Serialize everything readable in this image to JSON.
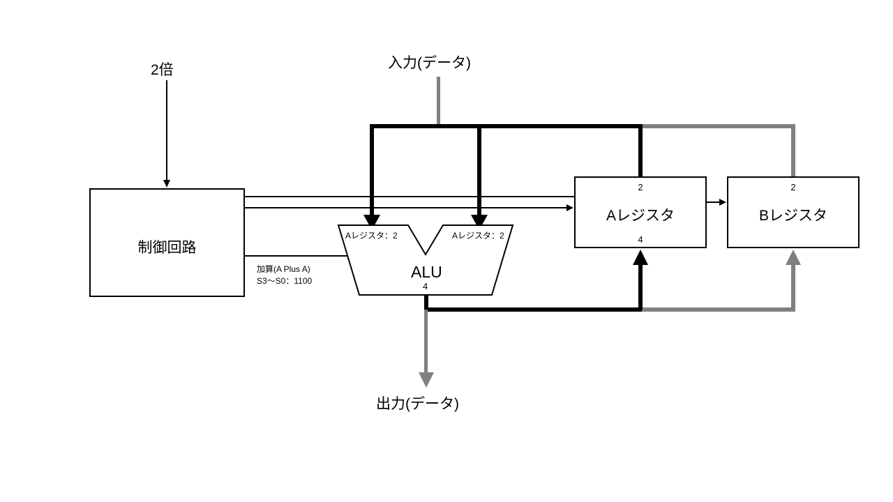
{
  "diagram": {
    "title": "2倍",
    "io": {
      "input_label": "入力(データ)",
      "output_label": "出力(データ)"
    },
    "blocks": {
      "control": {
        "name": "制御回路"
      },
      "alu": {
        "name": "ALU",
        "input_left": "Aレジスタ：2",
        "input_right": "Aレジスタ：2",
        "output_width": "4"
      },
      "reg_a": {
        "name": "Aレジスタ",
        "top_width": "2",
        "bottom_width": "4"
      },
      "reg_b": {
        "name": "Bレジスタ",
        "top_width": "2"
      }
    },
    "control_signal": {
      "line1": "加算(A Plus A)",
      "line2": "S3〜S0：1100"
    },
    "colors": {
      "active_bus": "#000000",
      "inactive_bus": "#808080",
      "outline": "#000000",
      "background": "#ffffff"
    }
  }
}
